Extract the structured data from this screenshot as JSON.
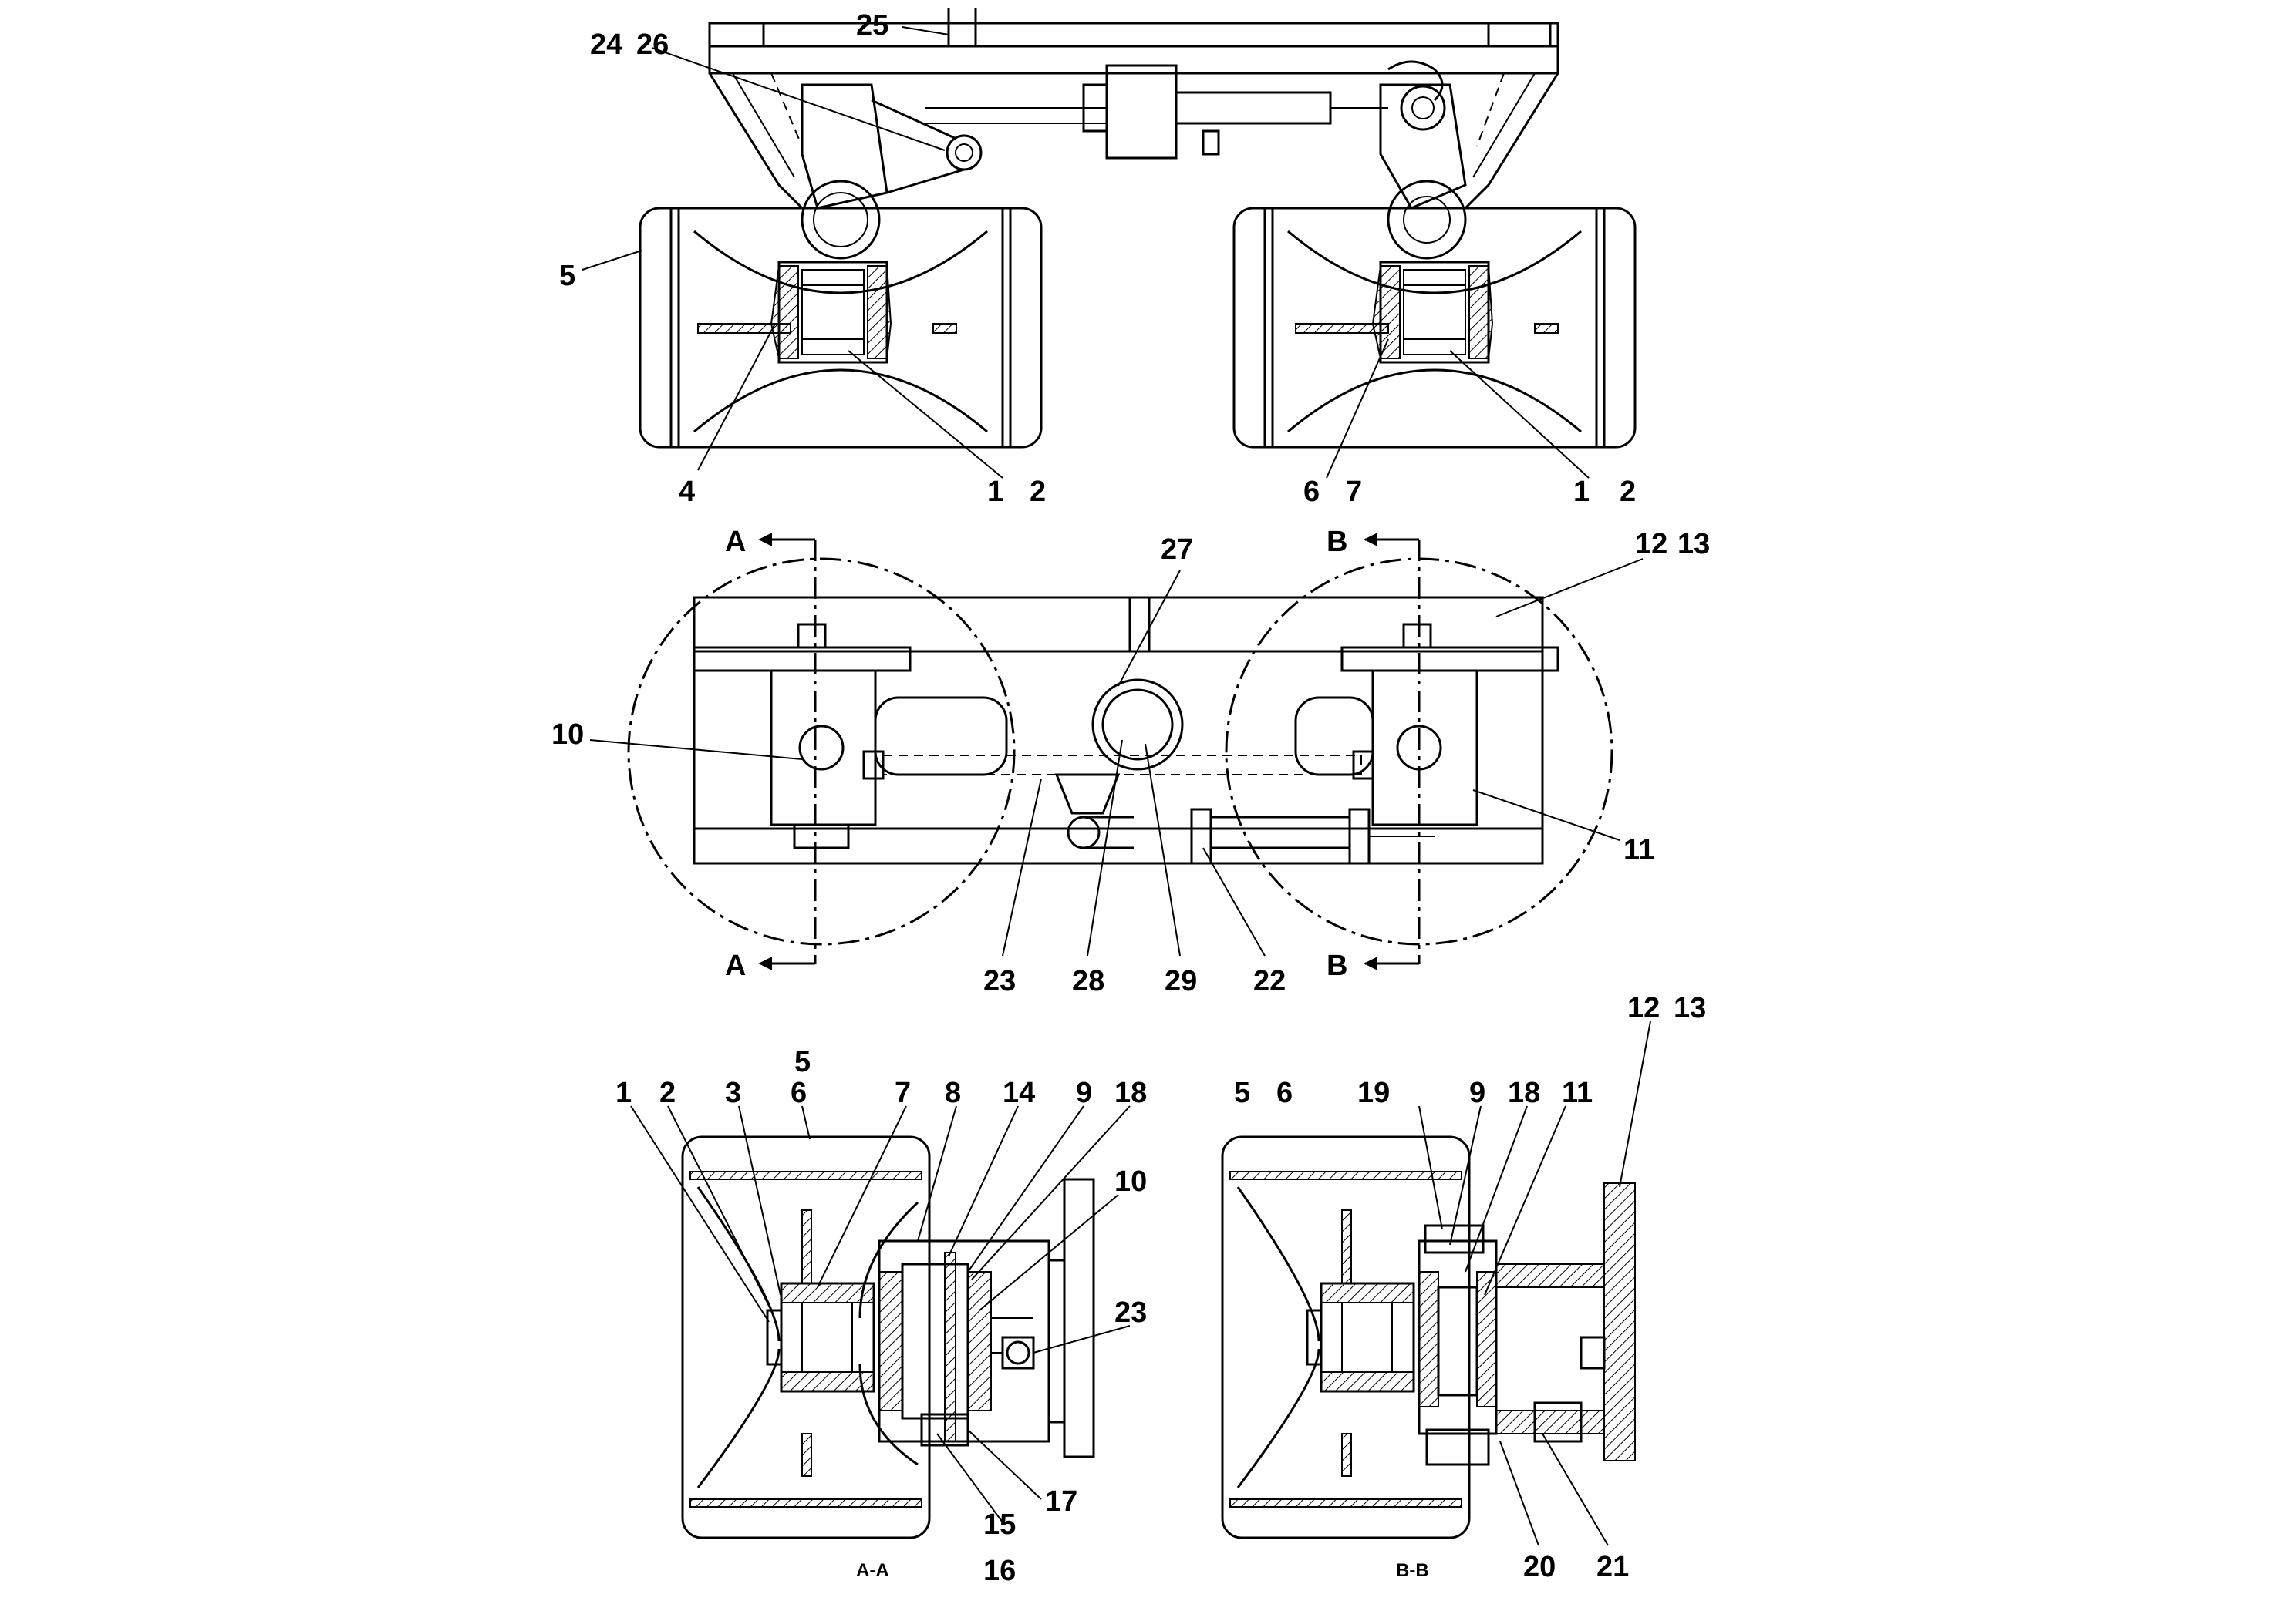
{
  "callouts": {
    "top": [
      "24",
      "26",
      "25",
      "5",
      "4",
      "1",
      "2",
      "6",
      "7",
      "1",
      "2"
    ],
    "middle": [
      "A",
      "A",
      "B",
      "B",
      "27",
      "12",
      "13",
      "10",
      "11",
      "23",
      "28",
      "29",
      "22"
    ],
    "section_aa": [
      "5",
      "1",
      "2",
      "3",
      "6",
      "7",
      "8",
      "14",
      "9",
      "18",
      "10",
      "23",
      "15",
      "17",
      "16"
    ],
    "section_bb": [
      "12",
      "13",
      "5",
      "6",
      "19",
      "9",
      "18",
      "11",
      "20",
      "21"
    ]
  },
  "captions": {
    "section_aa": "A-A",
    "section_bb": "B-B"
  }
}
